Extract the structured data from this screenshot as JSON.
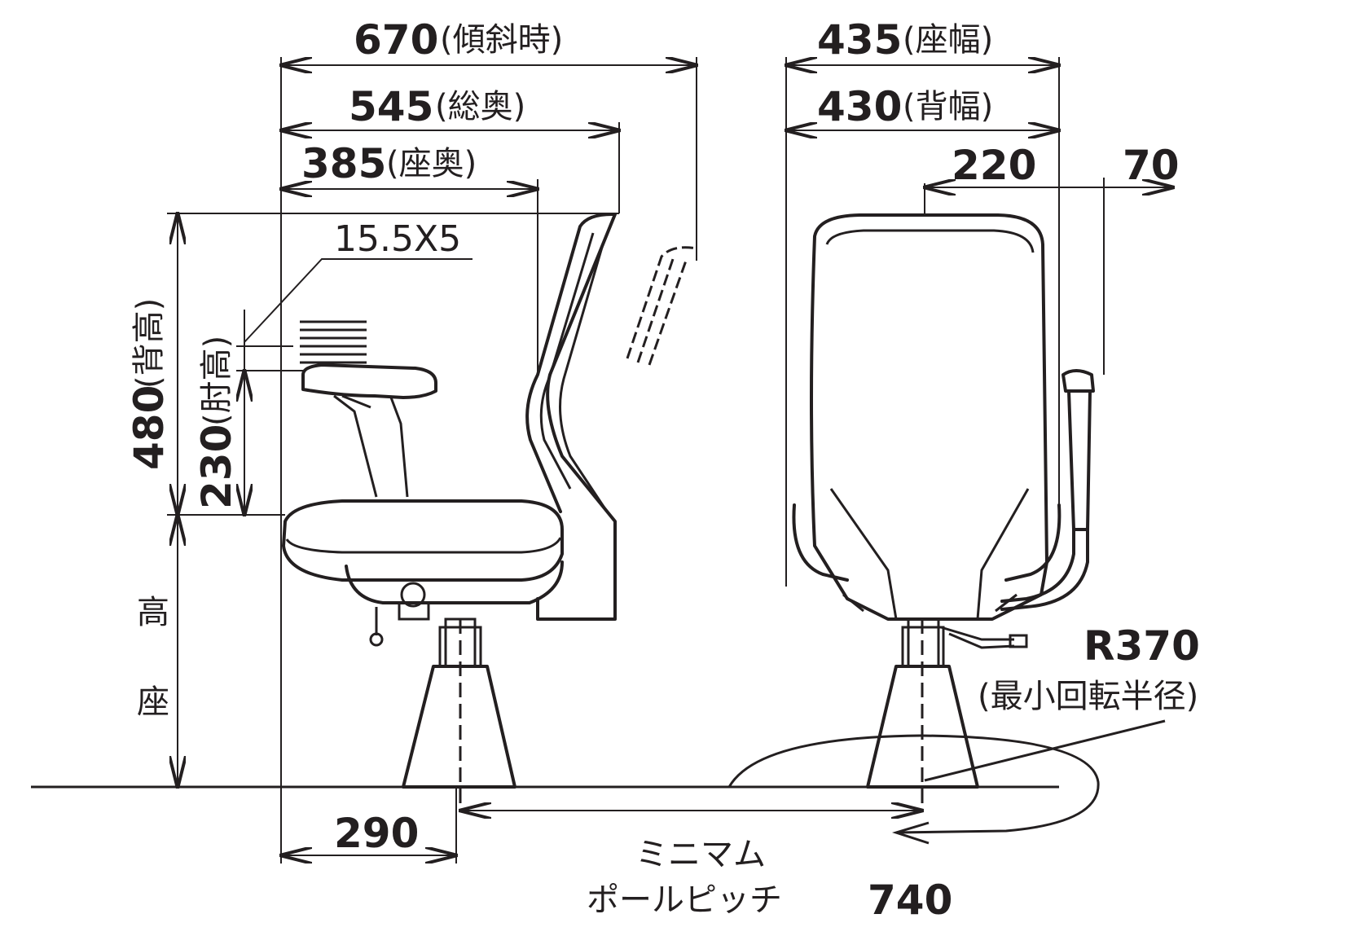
{
  "dimensions": {
    "width_tilted": {
      "value": "670",
      "label": "(傾斜時)"
    },
    "total_depth": {
      "value": "545",
      "label": "(総奥)"
    },
    "seat_depth": {
      "value": "385",
      "label": "(座奥)"
    },
    "seat_width": {
      "value": "435",
      "label": "(座幅)"
    },
    "back_width": {
      "value": "430",
      "label": "(背幅)"
    },
    "half_back": {
      "value": "220"
    },
    "arm_offset": {
      "value": "70"
    },
    "armrest_adjust": {
      "value": "15.5X5"
    },
    "back_height": {
      "value": "480",
      "label": "(背高)"
    },
    "arm_height": {
      "value": "230",
      "label": "(肘高)"
    },
    "seat_height_label": {
      "line1": "高",
      "line2": "座"
    },
    "front_offset": {
      "value": "290"
    },
    "swivel_radius": {
      "value": "R370",
      "label": "(最小回転半径)"
    },
    "pole_pitch": {
      "line1": "ミニマム",
      "line2": "ポールピッチ",
      "value": "740"
    }
  }
}
